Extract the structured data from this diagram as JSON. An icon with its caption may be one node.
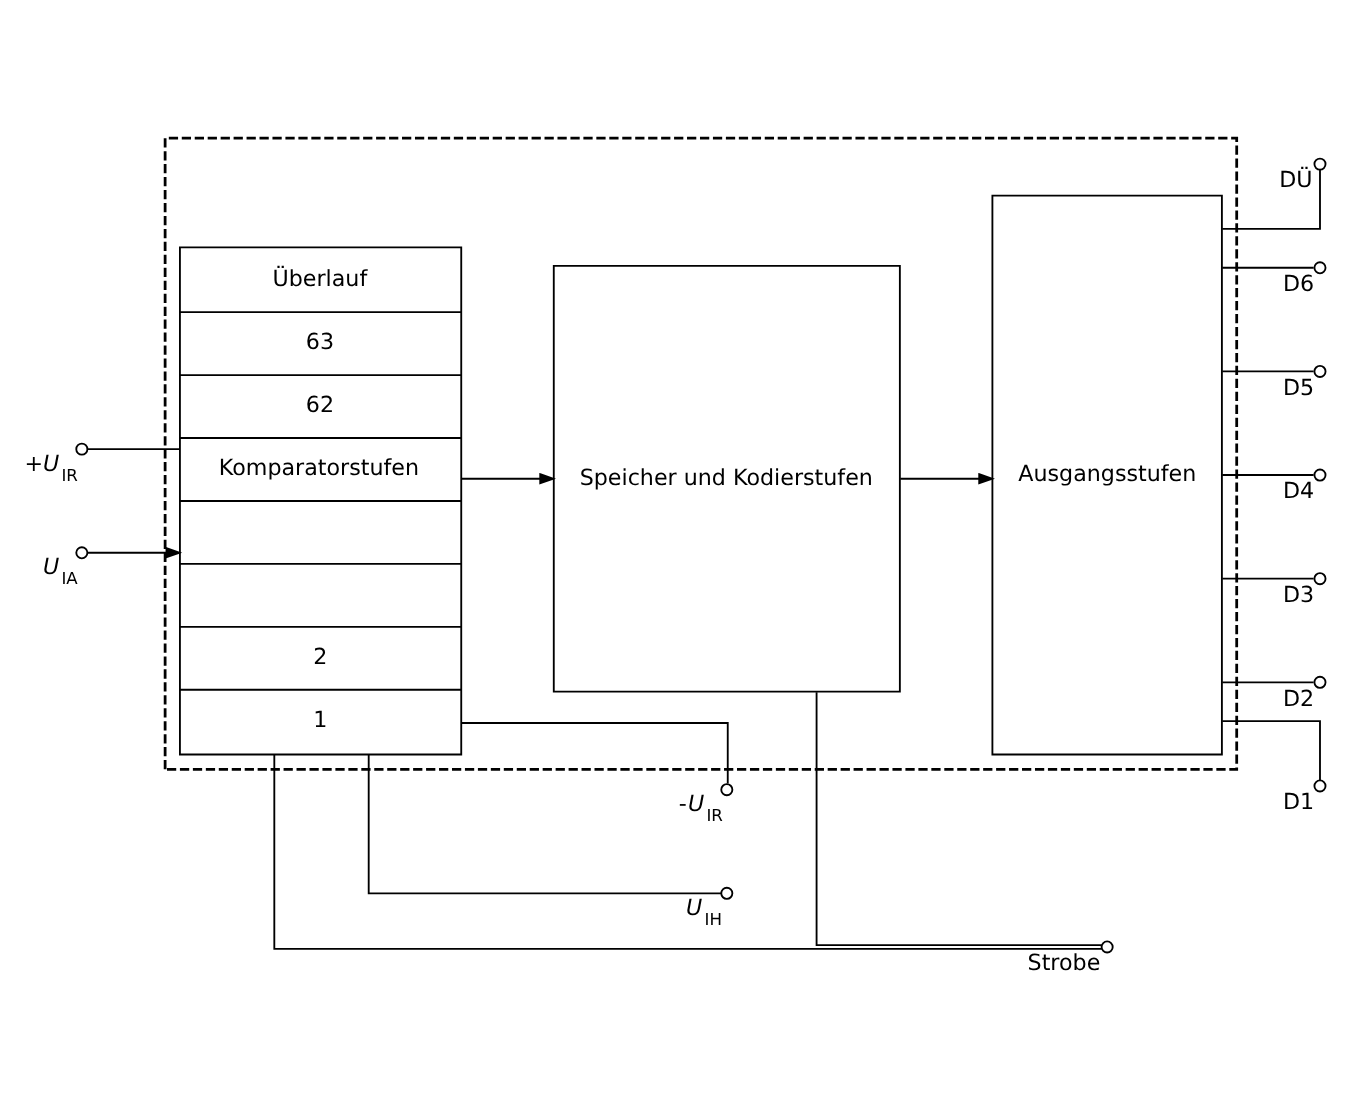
{
  "diagram": {
    "nodes": [
      {
        "text": [],
        "shape": "box"
      },
      {
        "text": [],
        "shape": "circle",
        "beside": [
          "+*U*$_{IR}$"
        ]
      },
      {
        "text": [],
        "shape": "circle",
        "beside": [
          "*U*$_{IA}$"
        ]
      },
      {
        "text": [
          "Überlauf",
          "63",
          "62",
          "Komparatorstufen",
          "2",
          "1"
        ],
        "in": 0
      },
      {
        "text": [
          "Speicher und Kodierstufen"
        ],
        "in": 0
      },
      {
        "text": [
          "Ausgangsstufen"
        ],
        "in": 0
      },
      {
        "text": [],
        "shape": "circle",
        "beside": [
          "DÜ"
        ]
      },
      {
        "text": [],
        "shape": "circle",
        "beside": [
          "D6"
        ]
      },
      {
        "text": [],
        "shape": "circle",
        "beside": [
          "D5"
        ]
      },
      {
        "text": [],
        "shape": "circle",
        "beside": [
          "D4"
        ]
      },
      {
        "text": [],
        "shape": "circle",
        "beside": [
          "D3"
        ]
      },
      {
        "text": [],
        "shape": "circle",
        "beside": [
          "D2"
        ]
      },
      {
        "text": [],
        "shape": "circle",
        "beside": [
          "D1"
        ]
      },
      {
        "text": [],
        "shape": "circle",
        "beside": [
          "-*U*$_{IR}$"
        ]
      },
      {
        "text": [],
        "shape": "circle",
        "beside": [
          "*U*$_{IH}$"
        ]
      },
      {
        "text": [],
        "shape": "circle",
        "beside": [
          "Strobe"
        ]
      }
    ],
    "edges": [
      {
        "from": 1,
        "to": 3,
        "arrow": "none"
      },
      {
        "from": 2,
        "to": 3,
        "arrow": "to"
      },
      {
        "from": 3,
        "to": 4,
        "arrow": "to"
      },
      {
        "from": 4,
        "to": 5,
        "arrow": "to"
      },
      {
        "from": 5,
        "to": 6,
        "arrow": "none"
      },
      {
        "from": 5,
        "to": 7,
        "arrow": "none"
      },
      {
        "from": 5,
        "to": 8,
        "arrow": "none"
      },
      {
        "from": 5,
        "to": 9,
        "arrow": "none"
      },
      {
        "from": 5,
        "to": 10,
        "arrow": "none"
      },
      {
        "from": 5,
        "to": 11,
        "arrow": "none"
      },
      {
        "from": 5,
        "to": 12,
        "arrow": "none"
      },
      {
        "from": 3,
        "to": 13,
        "arrow": "none"
      },
      {
        "from": 3,
        "to": 14,
        "arrow": "none"
      },
      {
        "from": 3,
        "to": 15,
        "arrow": "none"
      },
      {
        "from": 4,
        "to": 15,
        "arrow": "none"
      }
    ]
  }
}
